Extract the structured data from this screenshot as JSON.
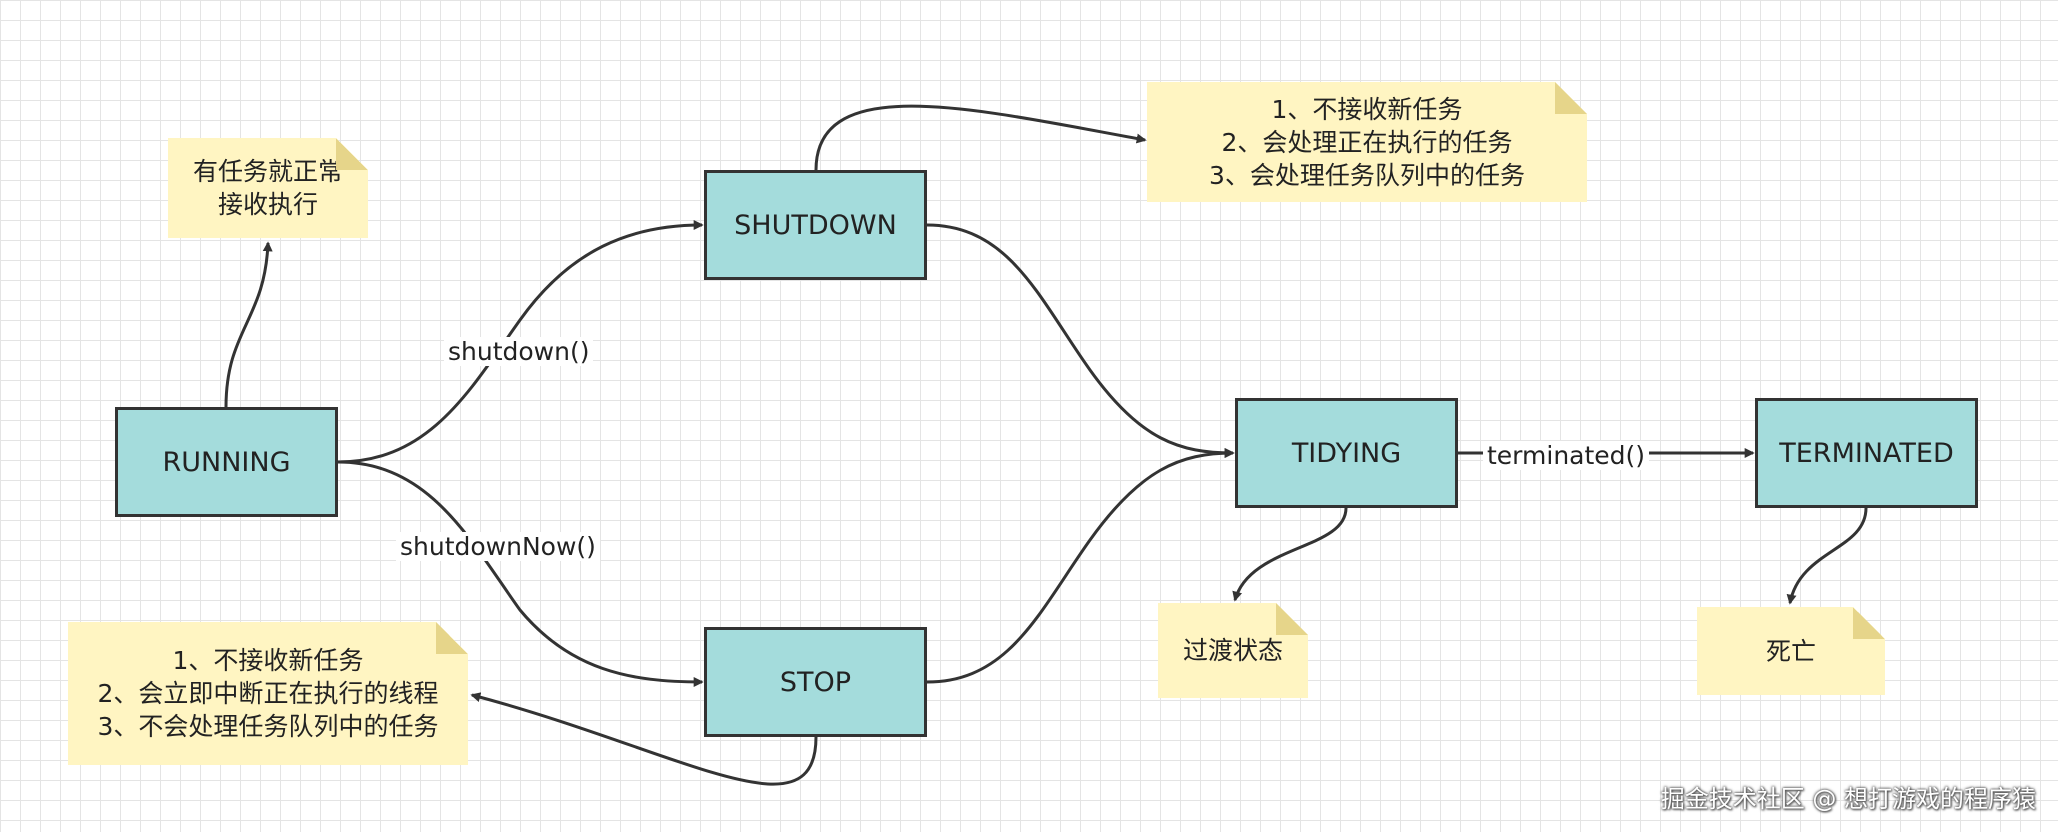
{
  "colors": {
    "state_fill": "#a4dcdc",
    "state_border": "#333333",
    "note_fill": "#fff5c2",
    "arrow": "#333333"
  },
  "states": {
    "running": "RUNNING",
    "shutdown": "SHUTDOWN",
    "stop": "STOP",
    "tidying": "TIDYING",
    "terminated": "TERMINATED"
  },
  "edges": {
    "shutdown_call": "shutdown()",
    "shutdown_now_call": "shutdownNow()",
    "terminated_call": "terminated()"
  },
  "notes": {
    "running": [
      "有任务就正常",
      "接收执行"
    ],
    "shutdown": [
      "1、不接收新任务",
      "2、会处理正在执行的任务",
      "3、会处理任务队列中的任务"
    ],
    "stop": [
      "1、不接收新任务",
      "2、会立即中断正在执行的线程",
      "3、不会处理任务队列中的任务"
    ],
    "tidying": [
      "过渡状态"
    ],
    "terminated": [
      "死亡"
    ]
  },
  "watermark": "掘金技术社区 @ 想打游戏的程序猿"
}
